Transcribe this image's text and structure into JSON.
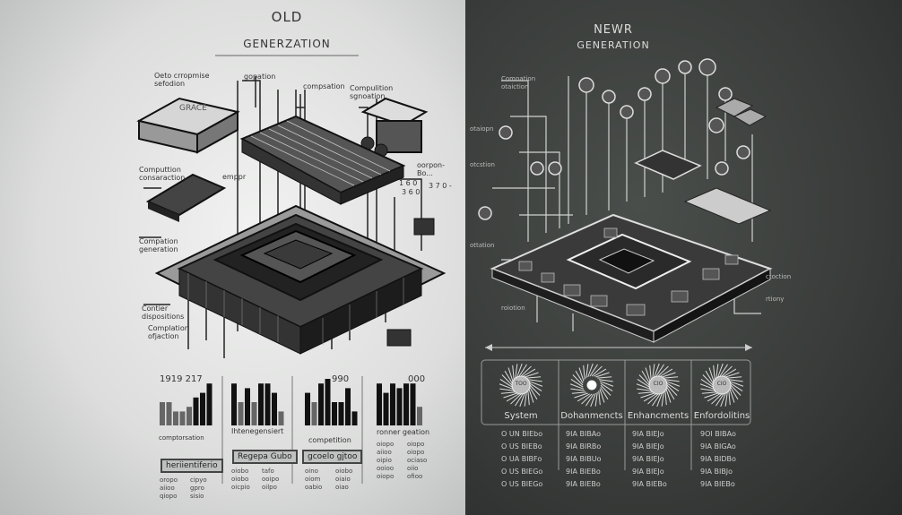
{
  "left": {
    "title_line1": "OLD",
    "title_line2": "GENERZATION",
    "device_label": "GRACE",
    "labels": [
      "Oeto crropmise sefodion",
      "gopation",
      "compsation",
      "Compulition sgnoation",
      "Computtion consaraction",
      "emppr",
      "oorpon- Bo...",
      "Compation generation",
      "Contier dispositions",
      "Complation ofjaction"
    ],
    "small_text": [
      "1 6 0",
      "3 6 0",
      "3 7 0 -"
    ],
    "charts": [
      {
        "label": "1919 217",
        "caption": "comptorsation",
        "box": "heriientiferio",
        "bullets": [
          "oropo",
          "cipyo",
          "aiioo",
          "gpro",
          "qiopo",
          "sisio"
        ]
      },
      {
        "label": "",
        "caption": "Ihtenegensiert",
        "box": "Regepa Gubo",
        "bullets": [
          "oiobo",
          "tafo",
          "oiobo",
          "ooipo",
          "oicpio",
          "oilpo"
        ]
      },
      {
        "label": "990",
        "caption": "competition",
        "box": "gcoelo gjtoo",
        "bullets": [
          "oino",
          "oiobo",
          "oiom",
          "oiaio",
          "oabio",
          "oiao"
        ]
      },
      {
        "label": "000",
        "caption": "ronner geation",
        "box": "",
        "bullets": [
          "oiopo",
          "oiopo",
          "aiioo",
          "oiopo",
          "oipio",
          "ociaso",
          "ooioo",
          "oiio",
          "oiopo",
          "ofioo"
        ]
      }
    ],
    "chart_values": [
      [
        5,
        5,
        3,
        3,
        4,
        6,
        7,
        9
      ],
      [
        9,
        5,
        8,
        5,
        9,
        9,
        7,
        3
      ],
      [
        7,
        5,
        9,
        10,
        5,
        5,
        8,
        3
      ],
      [
        9,
        7,
        9,
        8,
        9,
        9,
        4
      ]
    ]
  },
  "right": {
    "title_line1": "NEWR",
    "title_line2": "GENERATION",
    "fans": [
      {
        "badge": "TOO",
        "label": "System"
      },
      {
        "badge": "",
        "label": "Dohanmencts"
      },
      {
        "badge": "CIO",
        "label": "Enhancments"
      },
      {
        "badge": "CIO",
        "label": "Enfordolitins"
      }
    ],
    "rows": [
      [
        "O  UN BIEbo",
        "9IA BIBAo",
        "9IA BIEJo",
        "9OI BIBAo"
      ],
      [
        "O  US BIEBo",
        "9IA BIRBo",
        "9IA BIEJo",
        "9IA BIGAo"
      ],
      [
        "O  UA BIBFo",
        "9IA BIBUo",
        "9IA BIEJo",
        "9IA BIDBo"
      ],
      [
        "O  US BIEGo",
        "9IA BIEBo",
        "9IA BIEJo",
        "9IA BIBJo"
      ],
      [
        "O  US BIEGo",
        "9IA BIEBo",
        "9IA BIEBo",
        "9IA BIEBo"
      ]
    ],
    "labels": [
      "Comnation",
      "otaiction",
      "otaiopn",
      "otcstion",
      "ottation",
      "ctoction",
      "rtiony",
      "roiotion"
    ]
  },
  "colors": {
    "left_bg": "#e4e5e4",
    "right_bg": "#3a3d3b",
    "ink": "#1e1e1e"
  }
}
